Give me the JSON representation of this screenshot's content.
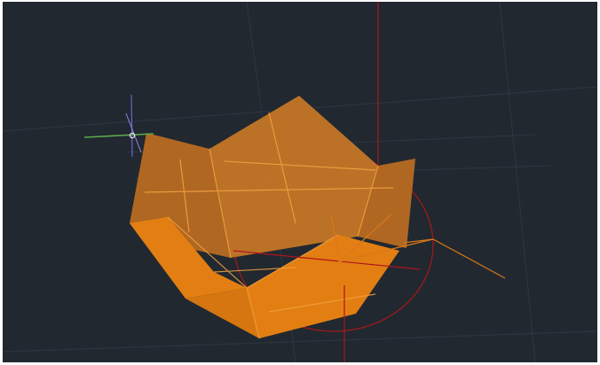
{
  "viewport": {
    "colors": {
      "background": "#212830",
      "grid_line": "#3a4452",
      "axis_red": "#b0141c",
      "solid_back": "#b86a22",
      "solid_back_light": "#c47626",
      "solid_front": "#e37f12",
      "solid_front_dark": "#d57610",
      "solid_edge": "#f0a040",
      "gizmo_circle": "#9e1a1a",
      "gizmo_handle": "#d8781c",
      "ucs_x": "#5fa84b",
      "ucs_y": "#6e6ad8",
      "ucs_z": "#8a7bd0",
      "ucs_origin": "#e6e6e6"
    },
    "visual_style": "shaded",
    "object": "folded-polyface-bowl",
    "gizmo": "3d-rotate",
    "icons": {
      "ucs": "ucs-crosshair-icon",
      "gizmo": "rotate-gizmo-icon"
    }
  }
}
